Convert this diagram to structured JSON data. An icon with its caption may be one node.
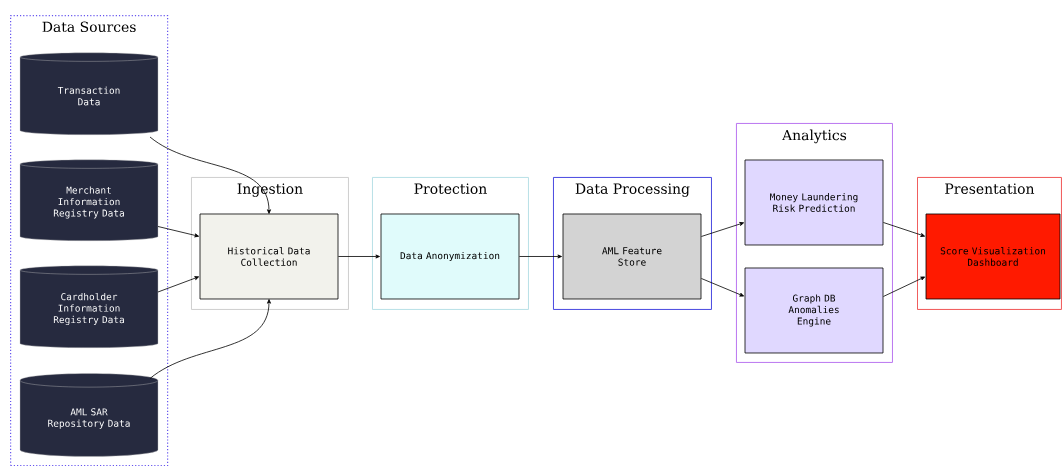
{
  "diagram": {
    "nodes": [
      {
        "text": [
          "Data Sources"
        ]
      },
      {
        "text": [
          "Transaction Data"
        ],
        "in": 0
      },
      {
        "text": [
          "Merchant Information Registry Data"
        ],
        "in": 0
      },
      {
        "text": [
          "Cardholder Information Registry Data"
        ],
        "in": 0
      },
      {
        "text": [
          "AML SAR Repository Data"
        ],
        "in": 0
      },
      {
        "text": [
          "Ingestion"
        ]
      },
      {
        "text": [
          "Historical Data Collection"
        ],
        "in": 5
      },
      {
        "text": [
          "Protection"
        ]
      },
      {
        "text": [
          "Data Anonymization"
        ],
        "in": 7
      },
      {
        "text": [
          "Data Processing"
        ]
      },
      {
        "text": [
          "AML Feature Store"
        ],
        "in": 9
      },
      {
        "text": [
          "Analytics"
        ]
      },
      {
        "text": [
          "Money Laundering Risk Prediction"
        ],
        "in": 11
      },
      {
        "text": [
          "Graph DB Anomalies Engine"
        ],
        "in": 11
      },
      {
        "text": [
          "Presentation"
        ]
      },
      {
        "text": [
          "Score Visualization Dashboard"
        ],
        "in": 14
      }
    ],
    "edges": [
      {
        "from": 1,
        "to": 6,
        "arrow": "to"
      },
      {
        "from": 2,
        "to": 6,
        "arrow": "to"
      },
      {
        "from": 3,
        "to": 6,
        "arrow": "to"
      },
      {
        "from": 4,
        "to": 6,
        "arrow": "to"
      },
      {
        "from": 6,
        "to": 8,
        "arrow": "to"
      },
      {
        "from": 8,
        "to": 10,
        "arrow": "to"
      },
      {
        "from": 10,
        "to": 12,
        "arrow": "to"
      },
      {
        "from": 10,
        "to": 13,
        "arrow": "to"
      },
      {
        "from": 12,
        "to": 15,
        "arrow": "to"
      },
      {
        "from": 13,
        "to": 15,
        "arrow": "to"
      }
    ]
  }
}
